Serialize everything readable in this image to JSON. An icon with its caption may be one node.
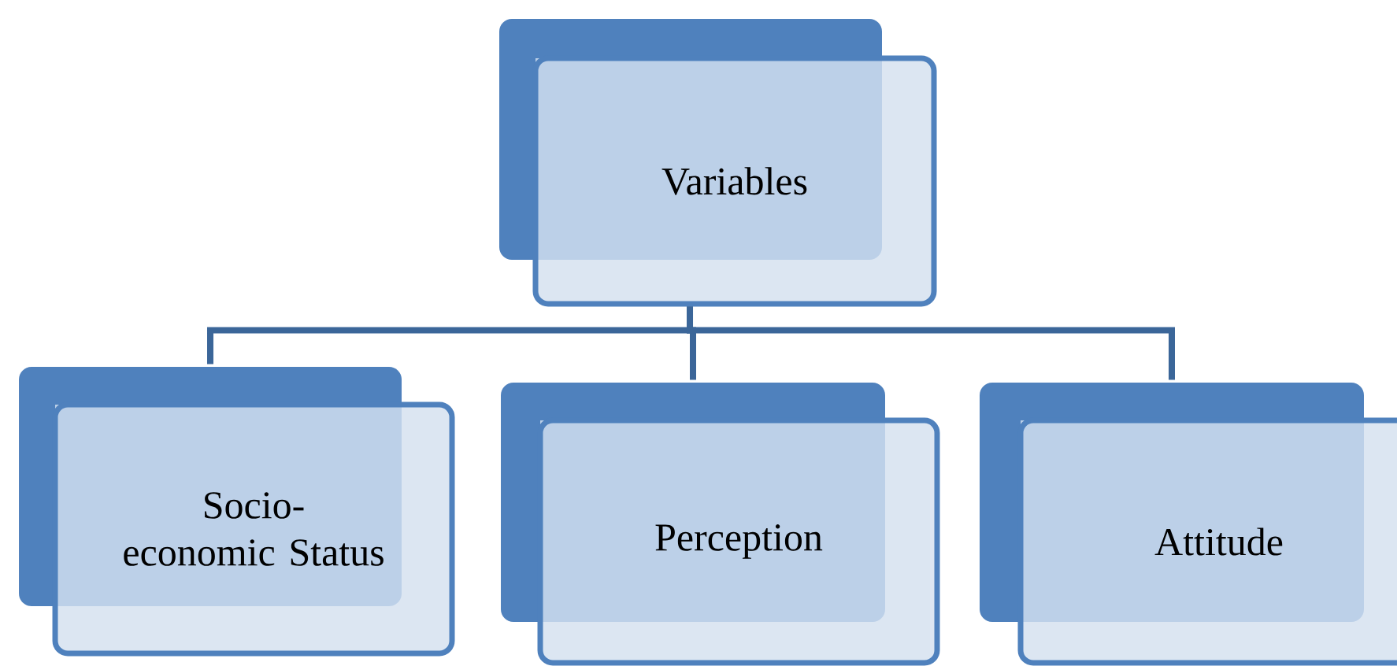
{
  "diagram": {
    "nodes": [
      {
        "text": [
          "Variables"
        ]
      },
      {
        "text": [
          "Socio-economic Status"
        ]
      },
      {
        "text": [
          "Perception"
        ]
      },
      {
        "text": [
          "Attitude"
        ]
      }
    ],
    "edges": [
      {
        "from": 0,
        "to": 1,
        "arrow": "none"
      },
      {
        "from": 0,
        "to": 2,
        "arrow": "none"
      },
      {
        "from": 0,
        "to": 3,
        "arrow": "none"
      }
    ]
  }
}
